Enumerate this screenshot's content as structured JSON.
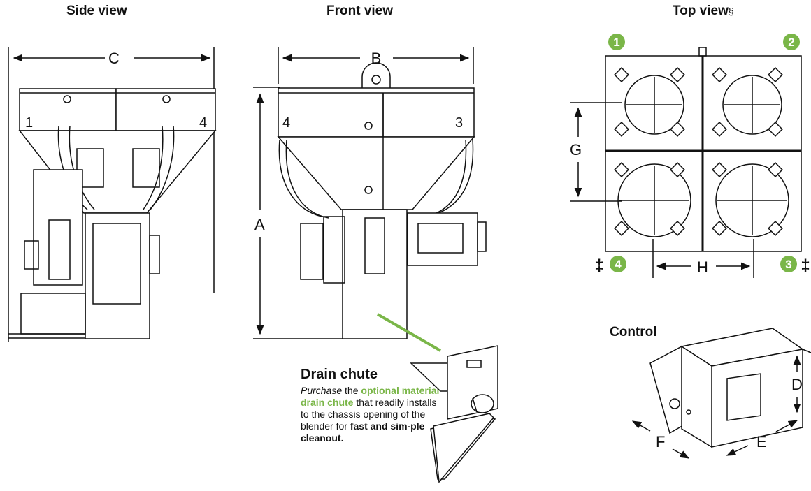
{
  "views": {
    "side": "Side view",
    "front": "Front view",
    "top": "Top view",
    "top_mark": "§",
    "control": "Control"
  },
  "dimensions": {
    "a": "A",
    "b": "B",
    "c": "C",
    "d": "D",
    "e": "E",
    "f": "F",
    "g": "G",
    "h": "H"
  },
  "station_numbers": {
    "s1": "1",
    "s2": "2",
    "s3": "3",
    "s4": "4"
  },
  "station_mark": "‡",
  "drain_chute": {
    "heading": "Drain chute",
    "part1": "Purchase",
    "part2": " the ",
    "part3": "optional material drain chute",
    "part4": " that readily installs to the chassis opening of the blender for ",
    "part5": "fast and sim-ple cleanout."
  },
  "colors": {
    "accent_green": "#7ab648",
    "line": "#111111"
  }
}
